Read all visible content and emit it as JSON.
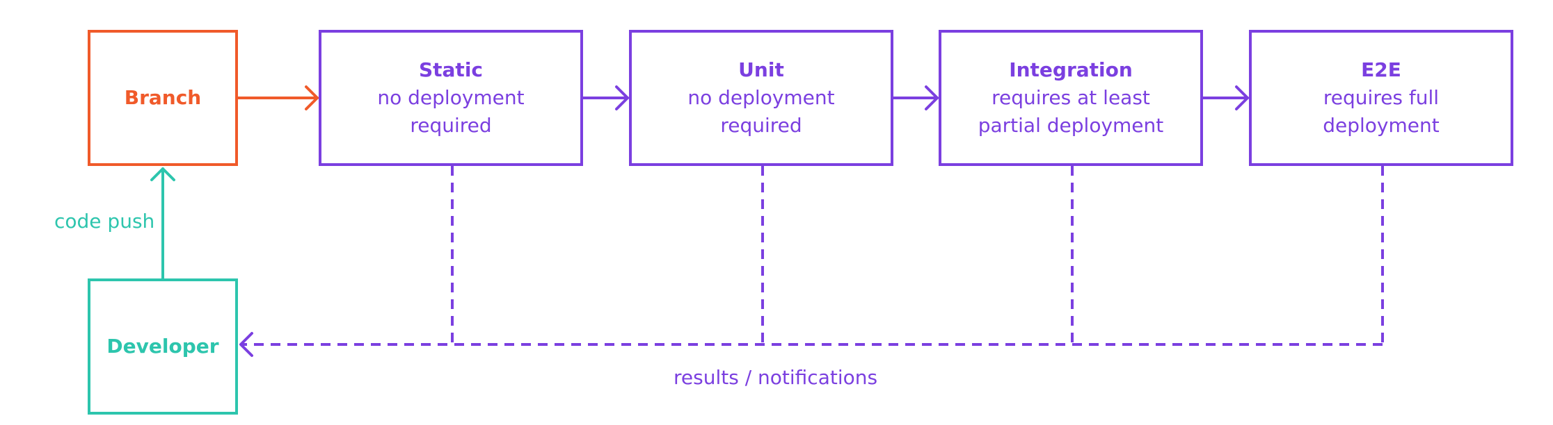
{
  "colors": {
    "branch": "#f05a2a",
    "developer": "#2dc5ad",
    "stage": "#7b3fe0"
  },
  "nodes": {
    "branch": {
      "title": "Branch"
    },
    "developer": {
      "title": "Developer"
    },
    "static": {
      "title": "Static",
      "line1": "no deployment",
      "line2": "required"
    },
    "unit": {
      "title": "Unit",
      "line1": "no deployment",
      "line2": "required"
    },
    "integration": {
      "title": "Integration",
      "line1": "requires at least",
      "line2": "partial deployment"
    },
    "e2e": {
      "title": "E2E",
      "line1": "requires full",
      "line2": "deployment"
    }
  },
  "edges": {
    "code_push": "code push",
    "results": "results / notifications"
  }
}
